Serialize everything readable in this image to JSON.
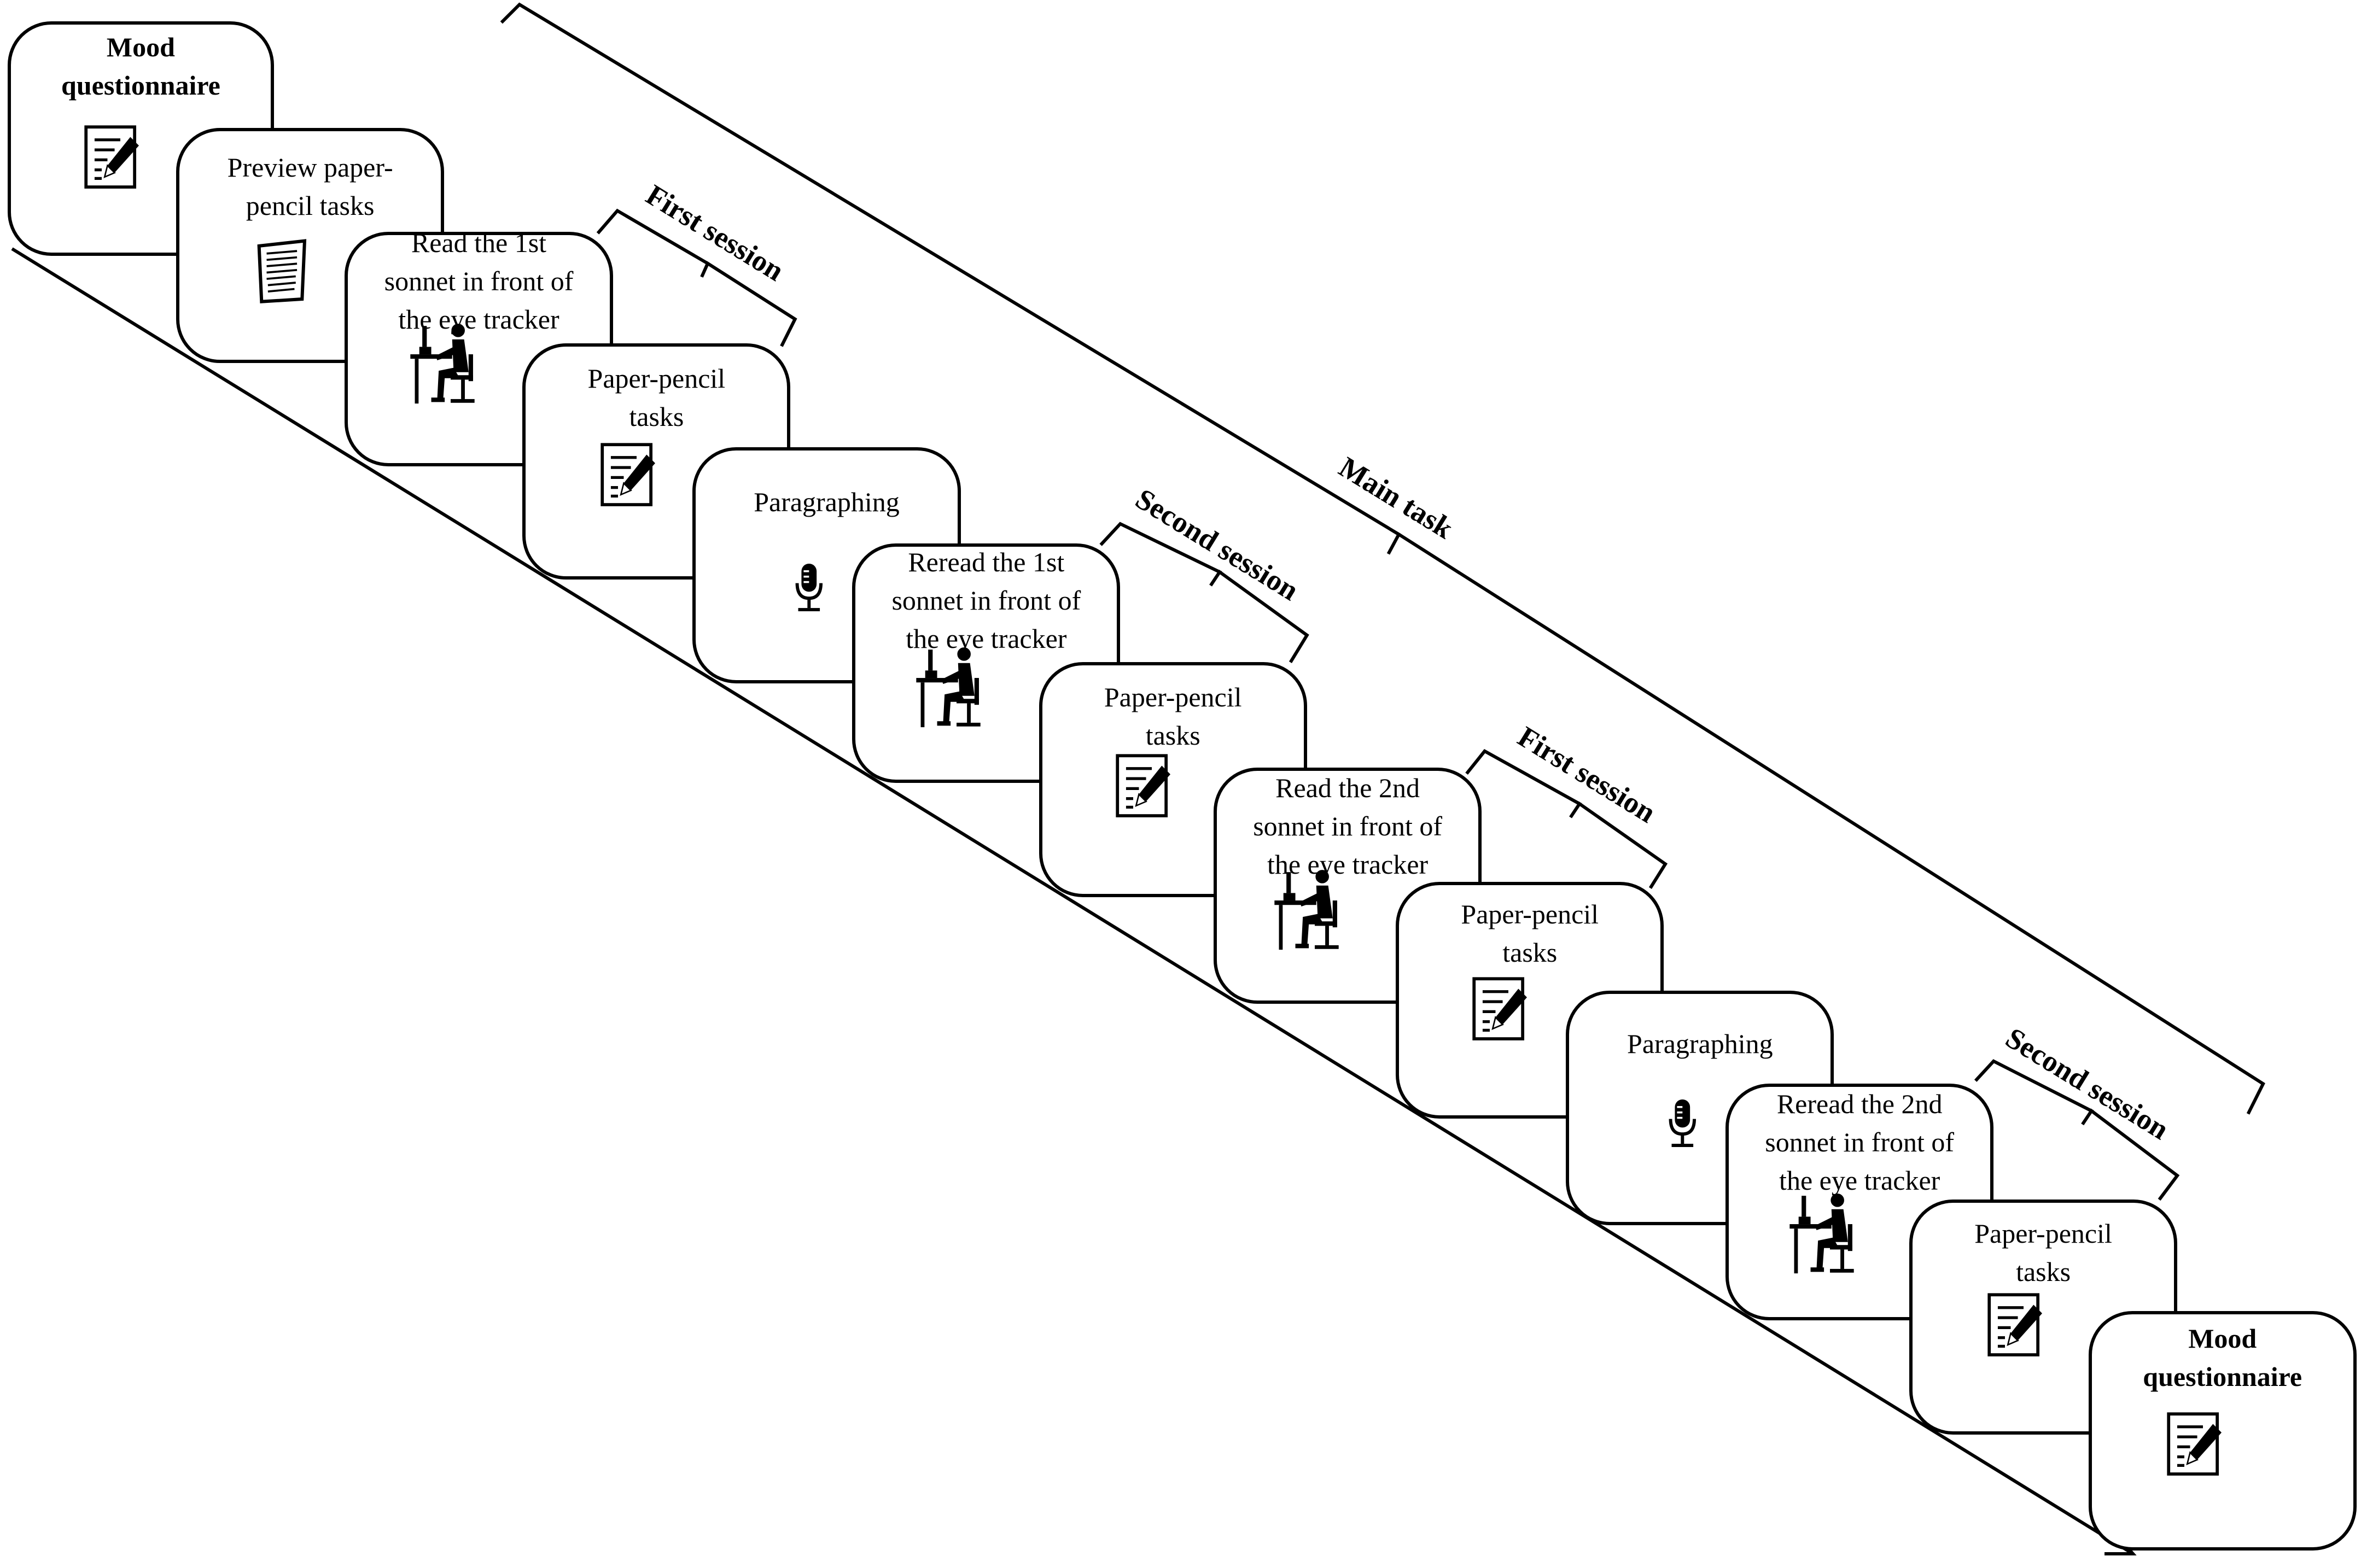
{
  "steps": [
    {
      "label": "Mood\nquestionnaire",
      "bold": true,
      "icon": "pencil-paper-icon"
    },
    {
      "label": "Preview paper-\npencil tasks",
      "bold": false,
      "icon": "document-icon"
    },
    {
      "label": "Read the 1st\nsonnet in front of\nthe eye tracker",
      "bold": false,
      "icon": "person-at-computer-icon"
    },
    {
      "label": "Paper-pencil\ntasks",
      "bold": false,
      "icon": "pencil-paper-icon"
    },
    {
      "label": "Paragraphing",
      "bold": false,
      "icon": "microphone-icon"
    },
    {
      "label": "Reread the 1st\nsonnet in front of\nthe eye tracker",
      "bold": false,
      "icon": "person-at-computer-icon"
    },
    {
      "label": "Paper-pencil\ntasks",
      "bold": false,
      "icon": "pencil-paper-icon"
    },
    {
      "label": "Read the 2nd\nsonnet in front of\nthe eye tracker",
      "bold": false,
      "icon": "person-at-computer-icon"
    },
    {
      "label": "Paper-pencil\ntasks",
      "bold": false,
      "icon": "pencil-paper-icon"
    },
    {
      "label": "Paragraphing",
      "bold": false,
      "icon": "microphone-icon"
    },
    {
      "label": "Reread the 2nd\nsonnet in front of\nthe eye tracker",
      "bold": false,
      "icon": "person-at-computer-icon"
    },
    {
      "label": "Paper-pencil\ntasks",
      "bold": false,
      "icon": "pencil-paper-icon"
    },
    {
      "label": "Mood\nquestionnaire",
      "bold": true,
      "icon": "pencil-paper-icon"
    }
  ],
  "braces": [
    {
      "label": "First session"
    },
    {
      "label": "Second session"
    },
    {
      "label": "First session"
    },
    {
      "label": "Second session"
    },
    {
      "label": "Main task"
    }
  ],
  "colors": {
    "line": "#000000",
    "background": "#ffffff"
  }
}
